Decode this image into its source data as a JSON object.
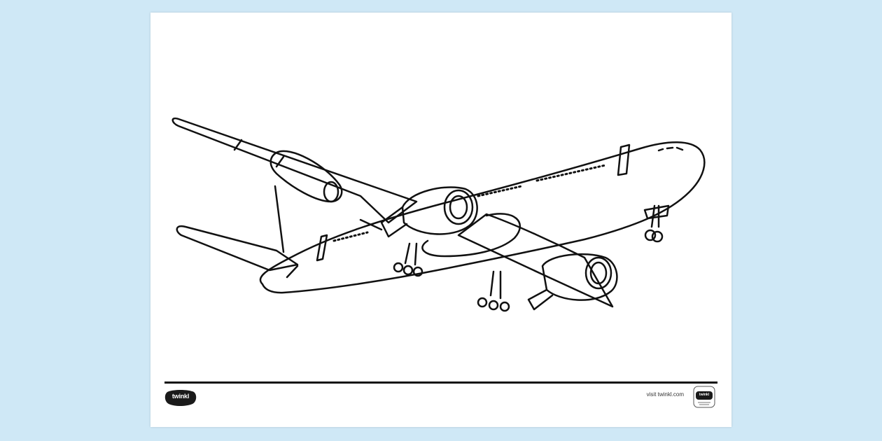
{
  "page": {
    "background_color": "#cfe8f6",
    "sheet_color": "#ffffff",
    "line_color": "#111111"
  },
  "artwork": {
    "subject": "airliner-line-drawing"
  },
  "footer": {
    "logo_text": "twinkl",
    "visit_text": "visit twinkl.com",
    "seal_text": "twinkl",
    "logo_color": "#1a1a1a"
  }
}
